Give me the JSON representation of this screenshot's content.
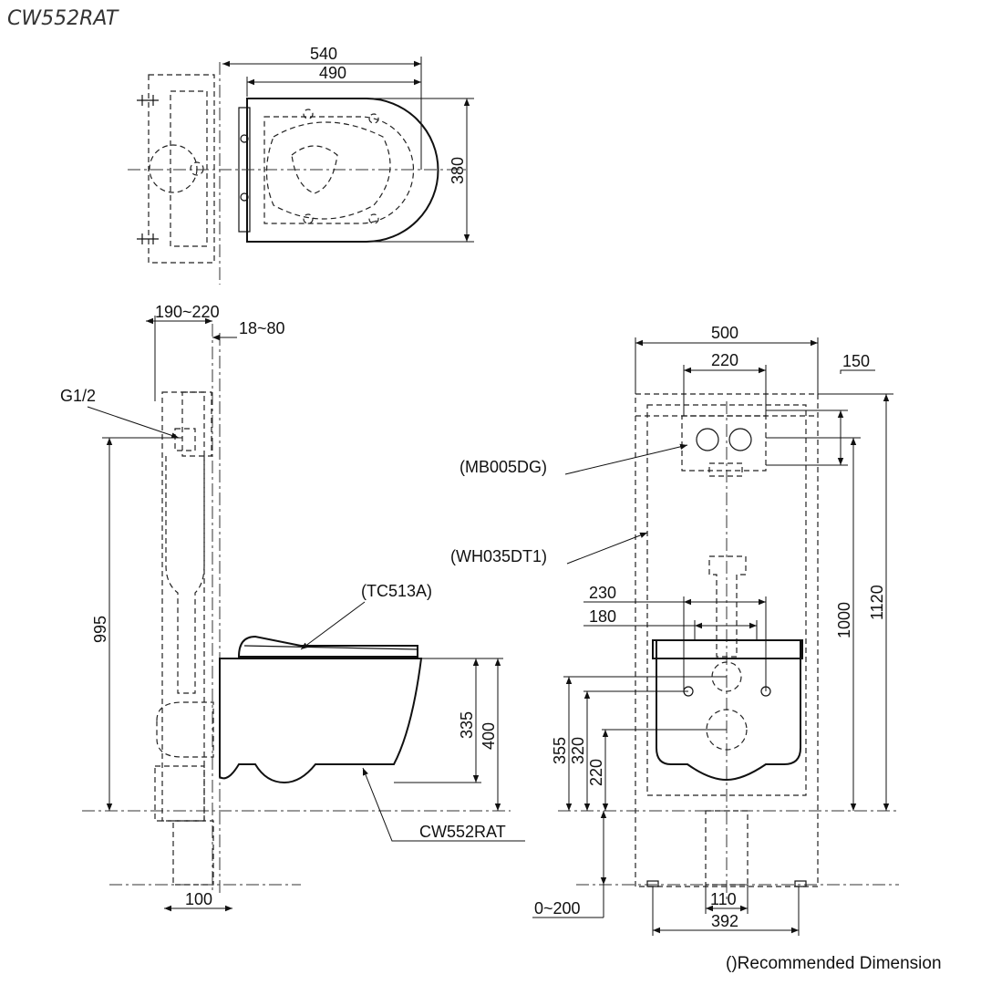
{
  "title": "CW552RAT",
  "footnote": "()Recommended Dimension",
  "top_view": {
    "d540": "540",
    "d490": "490",
    "d380": "380"
  },
  "side_view": {
    "d190_220": "190~220",
    "d18_80": "18~80",
    "g12": "G1/2",
    "d995": "995",
    "d335": "335",
    "d400": "400",
    "d100": "100",
    "tc513a": "(TC513A)",
    "cw552rat": "CW552RAT"
  },
  "front_view": {
    "d500": "500",
    "d220": "220",
    "d150": "150",
    "mb005dg": "(MB005DG)",
    "wh035dt1": "(WH035DT1)",
    "d230": "230",
    "d180": "180",
    "d355": "355",
    "d320": "320",
    "d220b": "220",
    "d1000": "1000",
    "d1120": "1120",
    "d0_200": "0~200",
    "d110": "110",
    "d392": "392"
  }
}
